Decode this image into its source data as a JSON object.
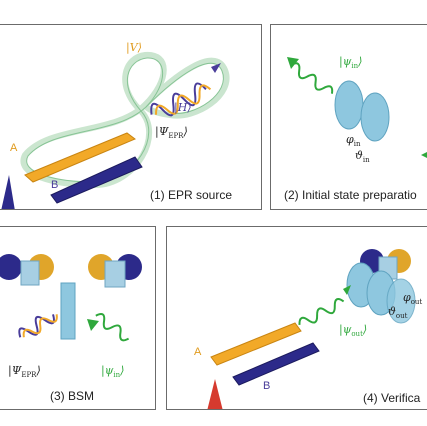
{
  "panels": {
    "epr_source": {
      "caption": "(1) EPR source",
      "label_v": "|V⟩",
      "label_h": "|H⟩",
      "label_psi_epr": "|Ψ",
      "label_psi_epr_sub": "EPR",
      "label_psi_epr_close": "⟩",
      "label_a": "A",
      "label_b": "B"
    },
    "initial_state": {
      "caption": "(2) Initial state preparatio",
      "label_psi_in": "|ψ",
      "label_psi_in_sub": "in",
      "label_psi_in_close": "⟩",
      "label_phi_in": "φ",
      "label_phi_in_sub": "in",
      "label_theta_in": "ϑ",
      "label_theta_in_sub": "in"
    },
    "bsm": {
      "caption": "(3) BSM",
      "label_psi_epr": "|Ψ",
      "label_psi_epr_sub": "EPR",
      "label_psi_epr_close": "⟩",
      "label_psi_in": "|ψ",
      "label_psi_in_sub": "in",
      "label_psi_in_close": "⟩"
    },
    "verification": {
      "caption": "(4) Verifica",
      "label_psi_out": "|ψ",
      "label_psi_out_sub": "out",
      "label_psi_out_close": "⟩",
      "label_phi_out": "φ",
      "label_phi_out_sub": "out",
      "label_theta_out": "ϑ",
      "label_theta_out_sub": "out",
      "label_a": "A",
      "label_b": "B"
    }
  },
  "colors": {
    "orange_crystal": "#f2a928",
    "navy_crystal": "#2c2a8a",
    "green_photon": "#2fa83c",
    "glow_green": "#b9ddbf",
    "plate_blue": "#8ec7df",
    "label_orange": "#e09a1c",
    "label_purple": "#4a3d9a"
  }
}
